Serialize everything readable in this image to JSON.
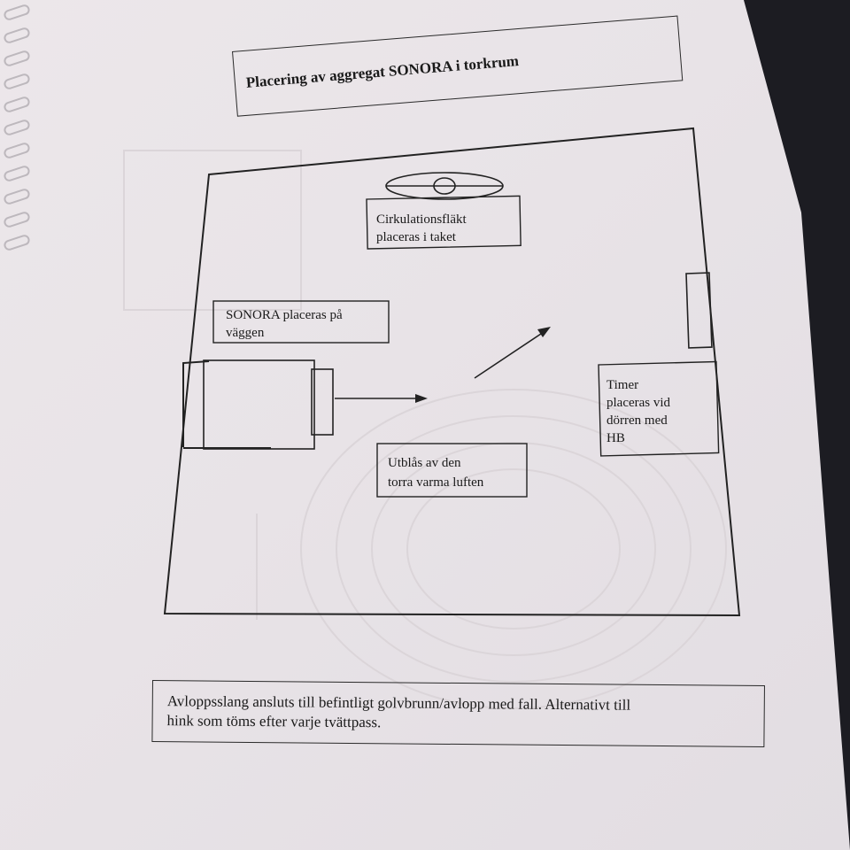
{
  "document": {
    "title": "Placering av aggregat SONORA i torkrum",
    "labels": {
      "fan": [
        "Cirkulationsfläkt",
        "placeras i taket"
      ],
      "sonora": [
        "SONORA placeras på",
        "väggen"
      ],
      "timer": [
        "Timer",
        "placeras vid",
        "dörren med",
        "HB"
      ],
      "exhaust": [
        "Utblås av den",
        "torra varma luften"
      ]
    },
    "note": {
      "line1": "Avloppsslang ansluts till befintligt golvbrunn/avlopp med fall. Alternativt till",
      "line2": "hink som töms efter varje tvättpass."
    }
  }
}
